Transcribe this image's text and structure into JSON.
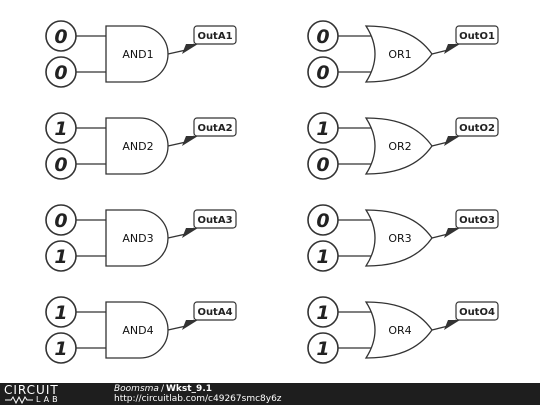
{
  "footer": {
    "logo_top": "CIRCUIT",
    "logo_bottom": "LAB",
    "author": "Boomsma",
    "separator": "/",
    "title": "Wkst_9.1",
    "url": "http://circuitlab.com/c49267smc8y6z"
  },
  "colors": {
    "wire": "#333333",
    "footer_bg": "#1e1e1e"
  },
  "circuits": [
    {
      "gate": "AND",
      "label": "AND1",
      "inputs": [
        "0",
        "0"
      ],
      "output": "OutA1"
    },
    {
      "gate": "OR",
      "label": "OR1",
      "inputs": [
        "0",
        "0"
      ],
      "output": "OutO1"
    },
    {
      "gate": "AND",
      "label": "AND2",
      "inputs": [
        "1",
        "0"
      ],
      "output": "OutA2"
    },
    {
      "gate": "OR",
      "label": "OR2",
      "inputs": [
        "1",
        "0"
      ],
      "output": "OutO2"
    },
    {
      "gate": "AND",
      "label": "AND3",
      "inputs": [
        "0",
        "1"
      ],
      "output": "OutA3"
    },
    {
      "gate": "OR",
      "label": "OR3",
      "inputs": [
        "0",
        "1"
      ],
      "output": "OutO3"
    },
    {
      "gate": "AND",
      "label": "AND4",
      "inputs": [
        "1",
        "1"
      ],
      "output": "OutA4"
    },
    {
      "gate": "OR",
      "label": "OR4",
      "inputs": [
        "1",
        "1"
      ],
      "output": "OutO4"
    }
  ]
}
